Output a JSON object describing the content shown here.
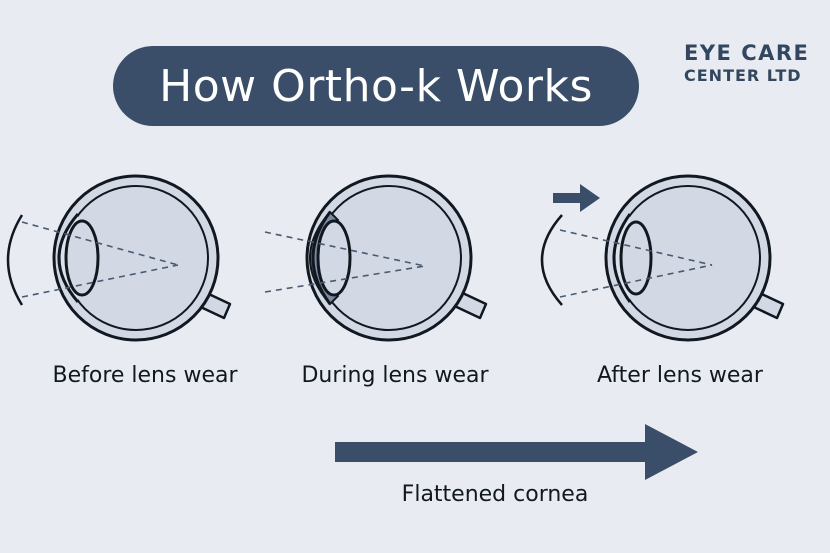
{
  "title": "How Ortho-k Works",
  "brand": {
    "line1": "EYE CARE",
    "line2": "CENTER LTD"
  },
  "stages": [
    {
      "label": "Before lens wear"
    },
    {
      "label": "During lens wear"
    },
    {
      "label": "After lens wear"
    }
  ],
  "arrow_caption": "Flattened cornea",
  "colors": {
    "background": "#e8ecf2",
    "accent": "#3b4e69",
    "eyeball_fill": "#d2d9e4",
    "lens_fill": "#7a8aa3"
  }
}
